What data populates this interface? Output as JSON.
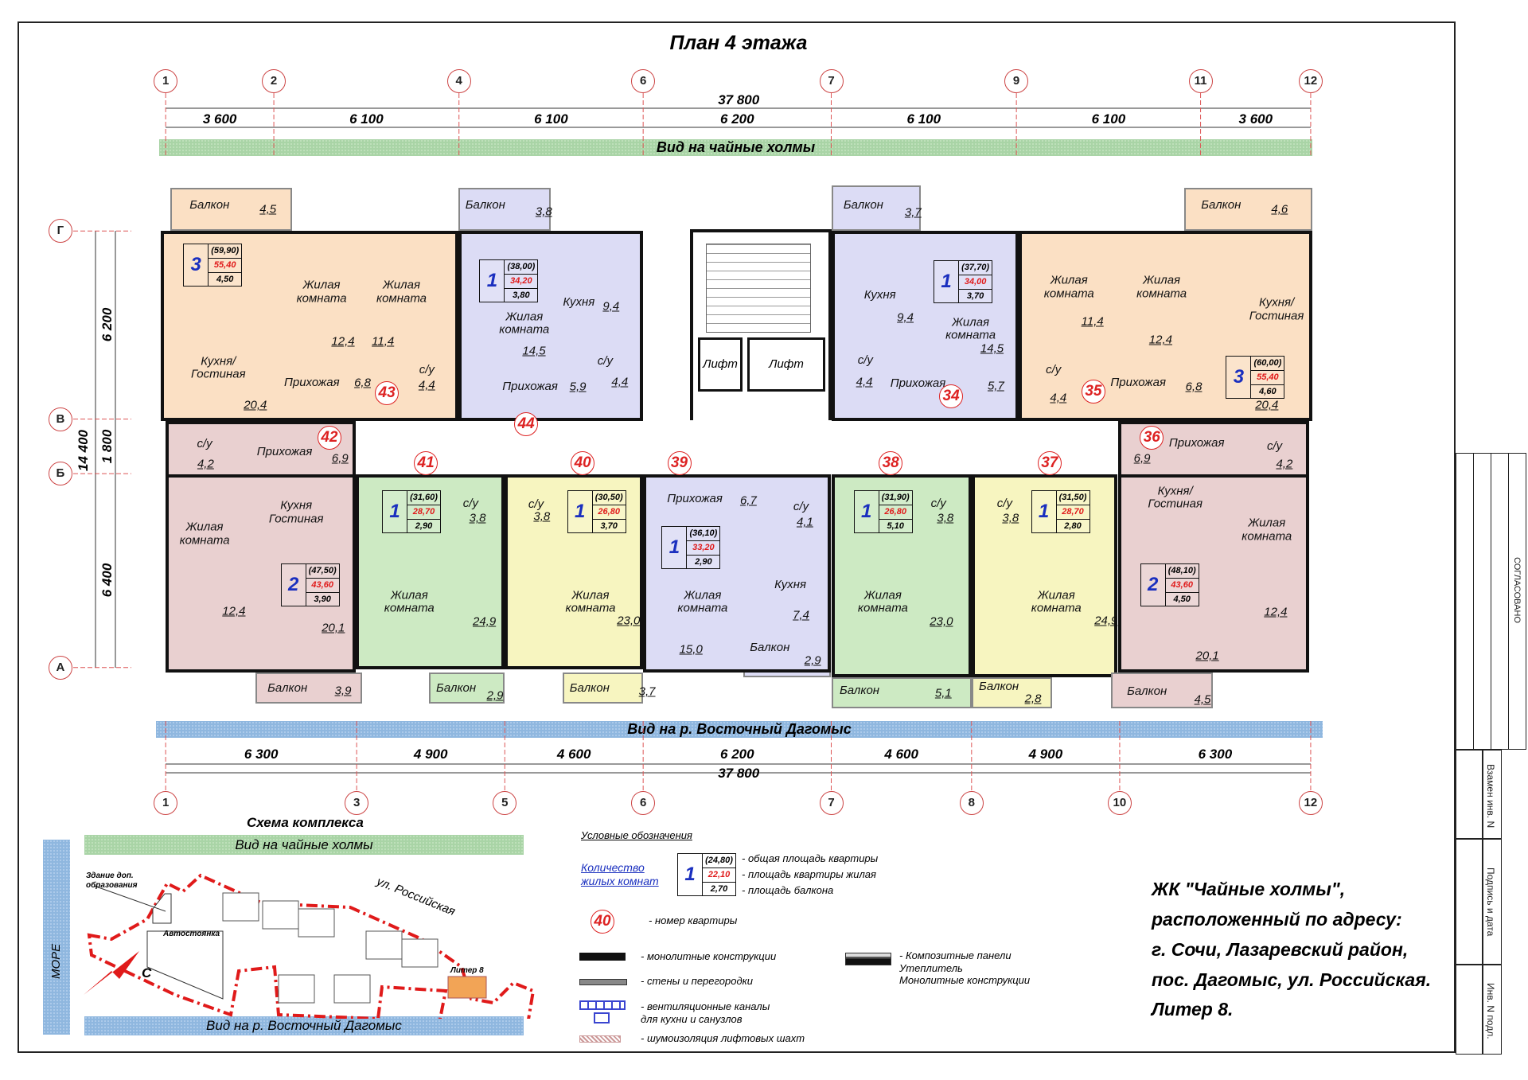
{
  "title": "План 4 этажа",
  "axes_top": [
    "1",
    "2",
    "4",
    "6",
    "7",
    "9",
    "11",
    "12"
  ],
  "axes_bottom": [
    "1",
    "3",
    "5",
    "6",
    "7",
    "8",
    "10",
    "12"
  ],
  "axes_left": [
    "Г",
    "В",
    "Б",
    "А"
  ],
  "dims_top": {
    "total": "37 800",
    "segments": [
      "3 600",
      "6 100",
      "6 100",
      "6 200",
      "6 100",
      "6 100",
      "3 600"
    ]
  },
  "dims_bottom": {
    "total": "37 800",
    "segments": [
      "6 300",
      "4 900",
      "4 600",
      "6 200",
      "4 600",
      "4 900",
      "6 300"
    ]
  },
  "dims_left": {
    "total": "14 400",
    "segments": [
      "6 200",
      "1 800",
      "6 400"
    ]
  },
  "view_top": "Вид на чайные холмы",
  "view_bottom": "Вид на р. Восточный Дагомыс",
  "core": {
    "lift1": "Лифт",
    "lift2": "Лифт"
  },
  "colors": {
    "peach": "#fbe0c4",
    "lavender": "#dcdcf5",
    "pink": "#e9d0d0",
    "green": "#cdeac3",
    "yellow": "#f7f5c0",
    "red": "#e01a1a",
    "blue": "#1a2fbf"
  },
  "apartments": [
    {
      "number": "43",
      "rooms": "3",
      "total": "(59,90)",
      "living": "55,40",
      "balcony": "4,50",
      "spaces": [
        {
          "name": "Балкон",
          "area": "4,5"
        },
        {
          "name": "Жилая\nкомната",
          "area": "12,4"
        },
        {
          "name": "Жилая\nкомната",
          "area": "11,4"
        },
        {
          "name": "Кухня/\nГостиная",
          "area": "20,4"
        },
        {
          "name": "Прихожая",
          "area": "6,8"
        },
        {
          "name": "с/у",
          "area": "4,4"
        }
      ]
    },
    {
      "number": "44",
      "rooms": "1",
      "total": "(38,00)",
      "living": "34,20",
      "balcony": "3,80",
      "spaces": [
        {
          "name": "Балкон",
          "area": "3,8"
        },
        {
          "name": "Жилая\nкомната",
          "area": "14,5"
        },
        {
          "name": "Кухня",
          "area": "9,4"
        },
        {
          "name": "Прихожая",
          "area": "5,9"
        },
        {
          "name": "с/у",
          "area": "4,4"
        }
      ]
    },
    {
      "number": "34",
      "rooms": "1",
      "total": "(37,70)",
      "living": "34,00",
      "balcony": "3,70",
      "spaces": [
        {
          "name": "Балкон",
          "area": "3,7"
        },
        {
          "name": "Кухня",
          "area": "9,4"
        },
        {
          "name": "Жилая\nкомната",
          "area": "14,5"
        },
        {
          "name": "с/у",
          "area": "4,4"
        },
        {
          "name": "Прихожая",
          "area": "5,7"
        }
      ]
    },
    {
      "number": "35",
      "rooms": "3",
      "total": "(60,00)",
      "living": "55,40",
      "balcony": "4,60",
      "spaces": [
        {
          "name": "Балкон",
          "area": "4,6"
        },
        {
          "name": "Жилая\nкомната",
          "area": "11,4"
        },
        {
          "name": "Жилая\nкомната",
          "area": "12,4"
        },
        {
          "name": "Кухня/\nГостиная",
          "area": "20,4"
        },
        {
          "name": "с/у",
          "area": "4,4"
        },
        {
          "name": "Прихожая",
          "area": "6,8"
        }
      ]
    },
    {
      "number": "42",
      "rooms": "2",
      "total": "(47,50)",
      "living": "43,60",
      "balcony": "3,90",
      "spaces": [
        {
          "name": "с/у",
          "area": "4,2"
        },
        {
          "name": "Прихожая",
          "area": "6,9"
        },
        {
          "name": "Кухня\nГостиная",
          "area": "20,1"
        },
        {
          "name": "Жилая\nкомната",
          "area": "12,4"
        },
        {
          "name": "Балкон",
          "area": "3,9"
        }
      ]
    },
    {
      "number": "41",
      "rooms": "1",
      "total": "(31,60)",
      "living": "28,70",
      "balcony": "2,90",
      "spaces": [
        {
          "name": "с/у",
          "area": "3,8"
        },
        {
          "name": "Жилая\nкомната",
          "area": "24,9"
        },
        {
          "name": "Балкон",
          "area": "2,9"
        }
      ]
    },
    {
      "number": "40",
      "rooms": "1",
      "total": "(30,50)",
      "living": "26,80",
      "balcony": "3,70",
      "spaces": [
        {
          "name": "с/у",
          "area": "3,8"
        },
        {
          "name": "Жилая\nкомната",
          "area": "23,0"
        },
        {
          "name": "Балкон",
          "area": "3,7"
        }
      ]
    },
    {
      "number": "39",
      "rooms": "1",
      "total": "(36,10)",
      "living": "33,20",
      "balcony": "2,90",
      "spaces": [
        {
          "name": "Прихожая",
          "area": "6,7"
        },
        {
          "name": "с/у",
          "area": "4,1"
        },
        {
          "name": "Жилая\nкомната",
          "area": "15,0"
        },
        {
          "name": "Кухня",
          "area": "7,4"
        },
        {
          "name": "Балкон",
          "area": "2,9"
        }
      ]
    },
    {
      "number": "38",
      "rooms": "1",
      "total": "(31,90)",
      "living": "26,80",
      "balcony": "5,10",
      "spaces": [
        {
          "name": "с/у",
          "area": "3,8"
        },
        {
          "name": "Жилая\nкомната",
          "area": "23,0"
        },
        {
          "name": "Балкон",
          "area": "5,1"
        }
      ]
    },
    {
      "number": "37",
      "rooms": "1",
      "total": "(31,50)",
      "living": "28,70",
      "balcony": "2,80",
      "spaces": [
        {
          "name": "с/у",
          "area": "3,8"
        },
        {
          "name": "Жилая\nкомната",
          "area": "24,9"
        },
        {
          "name": "Балкон",
          "area": "2,8"
        }
      ]
    },
    {
      "number": "36",
      "rooms": "2",
      "total": "(48,10)",
      "living": "43,60",
      "balcony": "4,50",
      "spaces": [
        {
          "name": "Прихожая",
          "area": "6,9"
        },
        {
          "name": "с/у",
          "area": "4,2"
        },
        {
          "name": "Кухня/\nГостиная",
          "area": "20,1"
        },
        {
          "name": "Жилая\nкомната",
          "area": "12,4"
        },
        {
          "name": "Балкон",
          "area": "4,5"
        }
      ]
    }
  ],
  "scheme": {
    "title": "Схема комплекса",
    "view_top": "Вид на чайные холмы",
    "view_bottom": "Вид на р. Восточный Дагомыс",
    "sea": "МОРЕ",
    "building": "Здание доп.\nобразования",
    "parking": "Автостоянка",
    "street": "ул. Российская",
    "liter": "Литер 8",
    "north": "С"
  },
  "legend": {
    "title": "Условные обозначения",
    "rooms_label": "Количество\nжилых комнат",
    "sample": {
      "rooms": "1",
      "total": "(24,80)",
      "living": "22,10",
      "balcony": "2,70"
    },
    "total_desc": "- общая площадь квартиры",
    "living_desc": "- площадь квартиры жилая",
    "balcony_desc": "- площадь балкона",
    "apt_number": "40",
    "apt_number_desc": "- номер квартиры",
    "monolith": "- монолитные конструкции",
    "walls": "- стены и перегородки",
    "vent": "- вентиляционные каналы\n  для кухни и санузлов",
    "noise": "- шумоизоляция лифтовых шахт",
    "composite": "- Композитные панели\n  Утеплитель\n  Монолитные конструкции"
  },
  "address": [
    "ЖК \"Чайные холмы\",",
    "расположенный по адресу:",
    "г. Сочи, Лазаревский район,",
    "пос. Дагомыс, ул. Российская.",
    " Литер 8."
  ],
  "stamp": {
    "approved": "СОГЛАСОВАНО",
    "replace": "Взамен инв. N",
    "sign": "Подпись и дата",
    "inv": "Инв. N подл."
  }
}
